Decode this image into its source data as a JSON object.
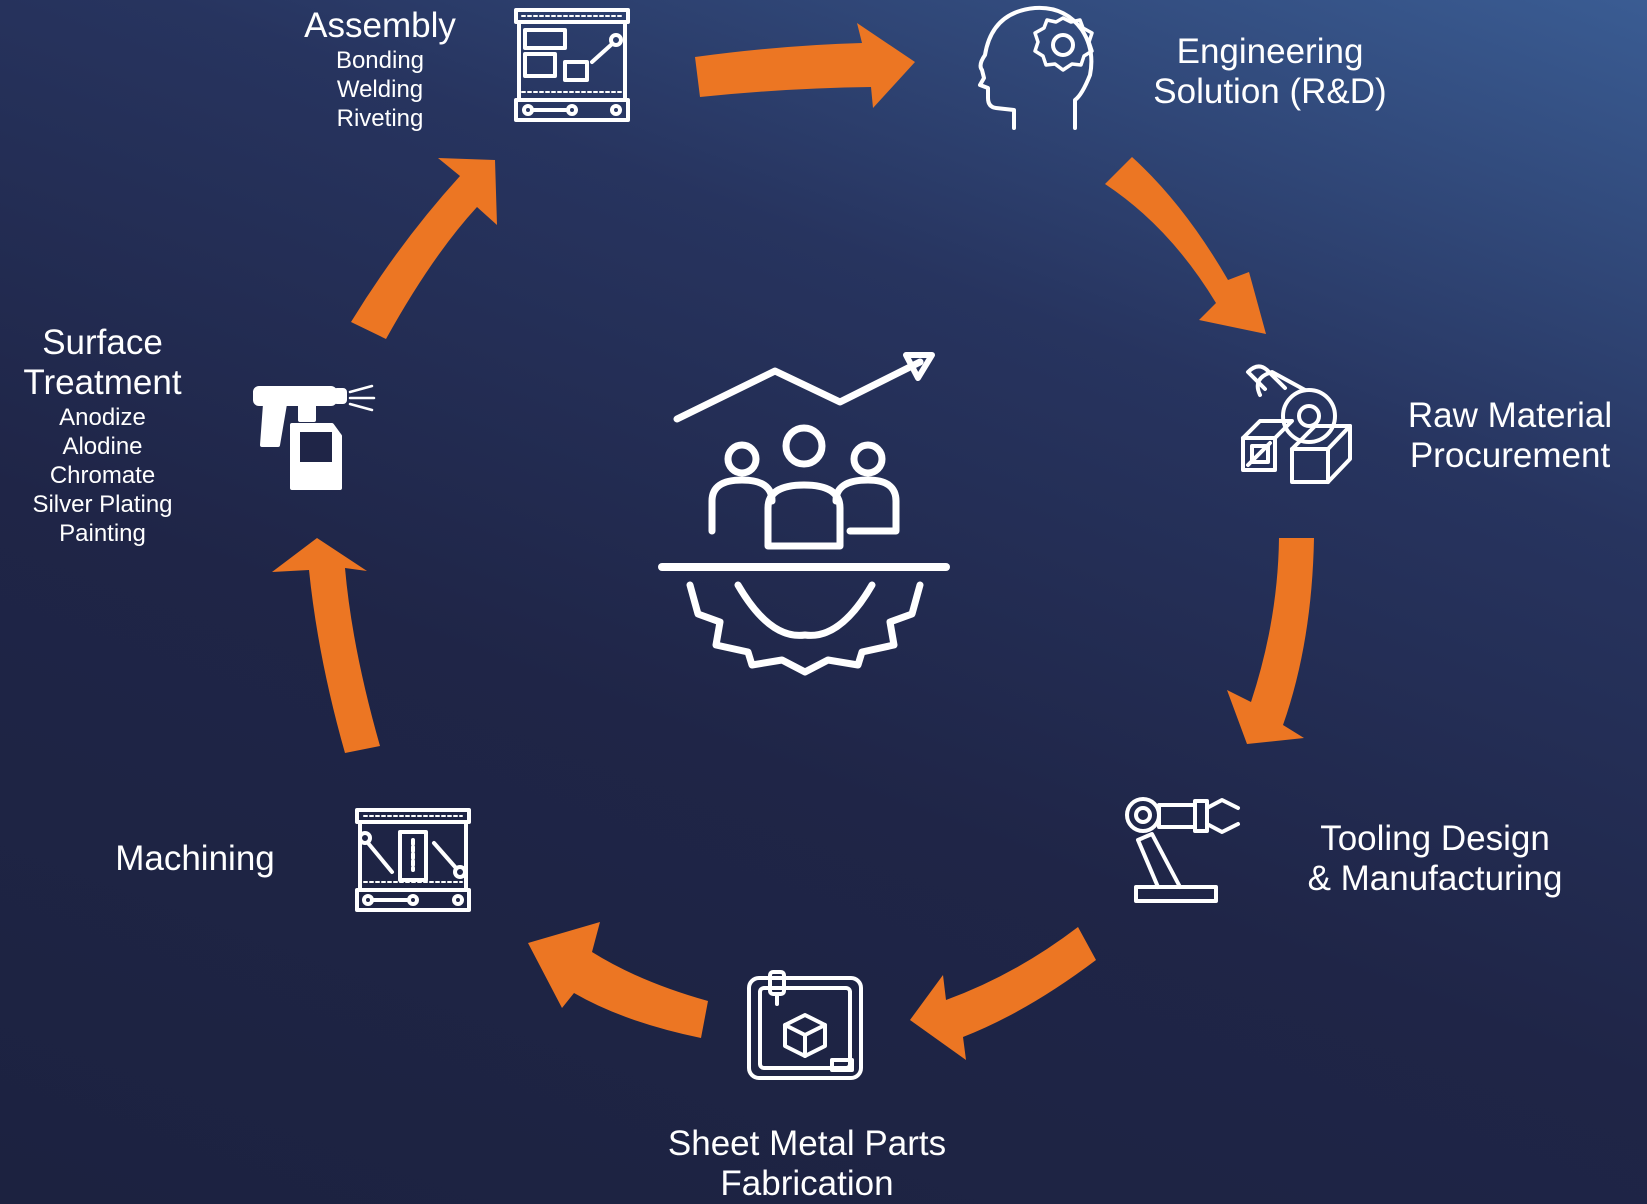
{
  "diagram": {
    "center_icon": "team-growth-gear-icon",
    "arrow_color": "#ec7623",
    "icon_color": "#ffffff",
    "steps": [
      {
        "id": "engineering",
        "icon": "head-gear-icon",
        "title_lines": [
          "Engineering",
          "Solution (R&D)"
        ],
        "sub": []
      },
      {
        "id": "raw-material",
        "icon": "materials-icon",
        "title_lines": [
          "Raw Material",
          "Procurement"
        ],
        "sub": []
      },
      {
        "id": "tooling",
        "icon": "robot-arm-icon",
        "title_lines": [
          "Tooling Design",
          "& Manufacturing"
        ],
        "sub": []
      },
      {
        "id": "sheet-metal",
        "icon": "cad-fabrication-icon",
        "title_lines": [
          "Sheet Metal Parts",
          "Fabrication"
        ],
        "sub": []
      },
      {
        "id": "machining",
        "icon": "machining-station-icon",
        "title_lines": [
          "Machining"
        ],
        "sub": []
      },
      {
        "id": "surface",
        "icon": "spray-gun-icon",
        "title_lines": [
          "Surface",
          "Treatment"
        ],
        "sub": [
          "Anodize",
          "Alodine",
          "Chromate",
          "Silver Plating",
          "Painting"
        ]
      },
      {
        "id": "assembly",
        "icon": "assembly-line-icon",
        "title_lines": [
          "Assembly"
        ],
        "sub": [
          "Bonding",
          "Welding",
          "Riveting"
        ]
      }
    ]
  }
}
